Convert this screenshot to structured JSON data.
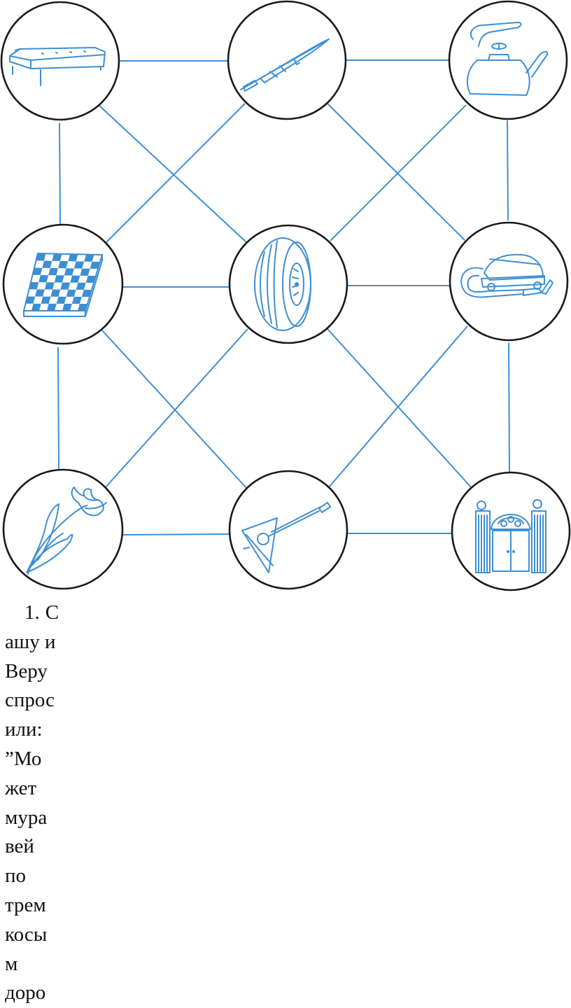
{
  "colors": {
    "ink": "#3d8fd4",
    "outline": "#1a1a1a",
    "text": "#111111"
  },
  "graph": {
    "nodes": [
      {
        "id": "sofa",
        "icon": "sofa-icon"
      },
      {
        "id": "fishing-rod",
        "icon": "fishing-rod-icon"
      },
      {
        "id": "kettle",
        "icon": "kettle-icon"
      },
      {
        "id": "chessboard",
        "icon": "chessboard-icon"
      },
      {
        "id": "tire",
        "icon": "tire-icon"
      },
      {
        "id": "vacuum",
        "icon": "vacuum-cleaner-icon"
      },
      {
        "id": "tulip",
        "icon": "tulip-icon"
      },
      {
        "id": "balalaika",
        "icon": "balalaika-icon"
      },
      {
        "id": "gate",
        "icon": "gate-icon"
      }
    ]
  },
  "task": {
    "number": "1.",
    "lines": [
      "С",
      "ашу и",
      "Веру",
      "спрос",
      "или:",
      "”Мо",
      "жет",
      "мура",
      "вей",
      "по",
      "трем",
      "косы",
      "м",
      "доро"
    ]
  }
}
